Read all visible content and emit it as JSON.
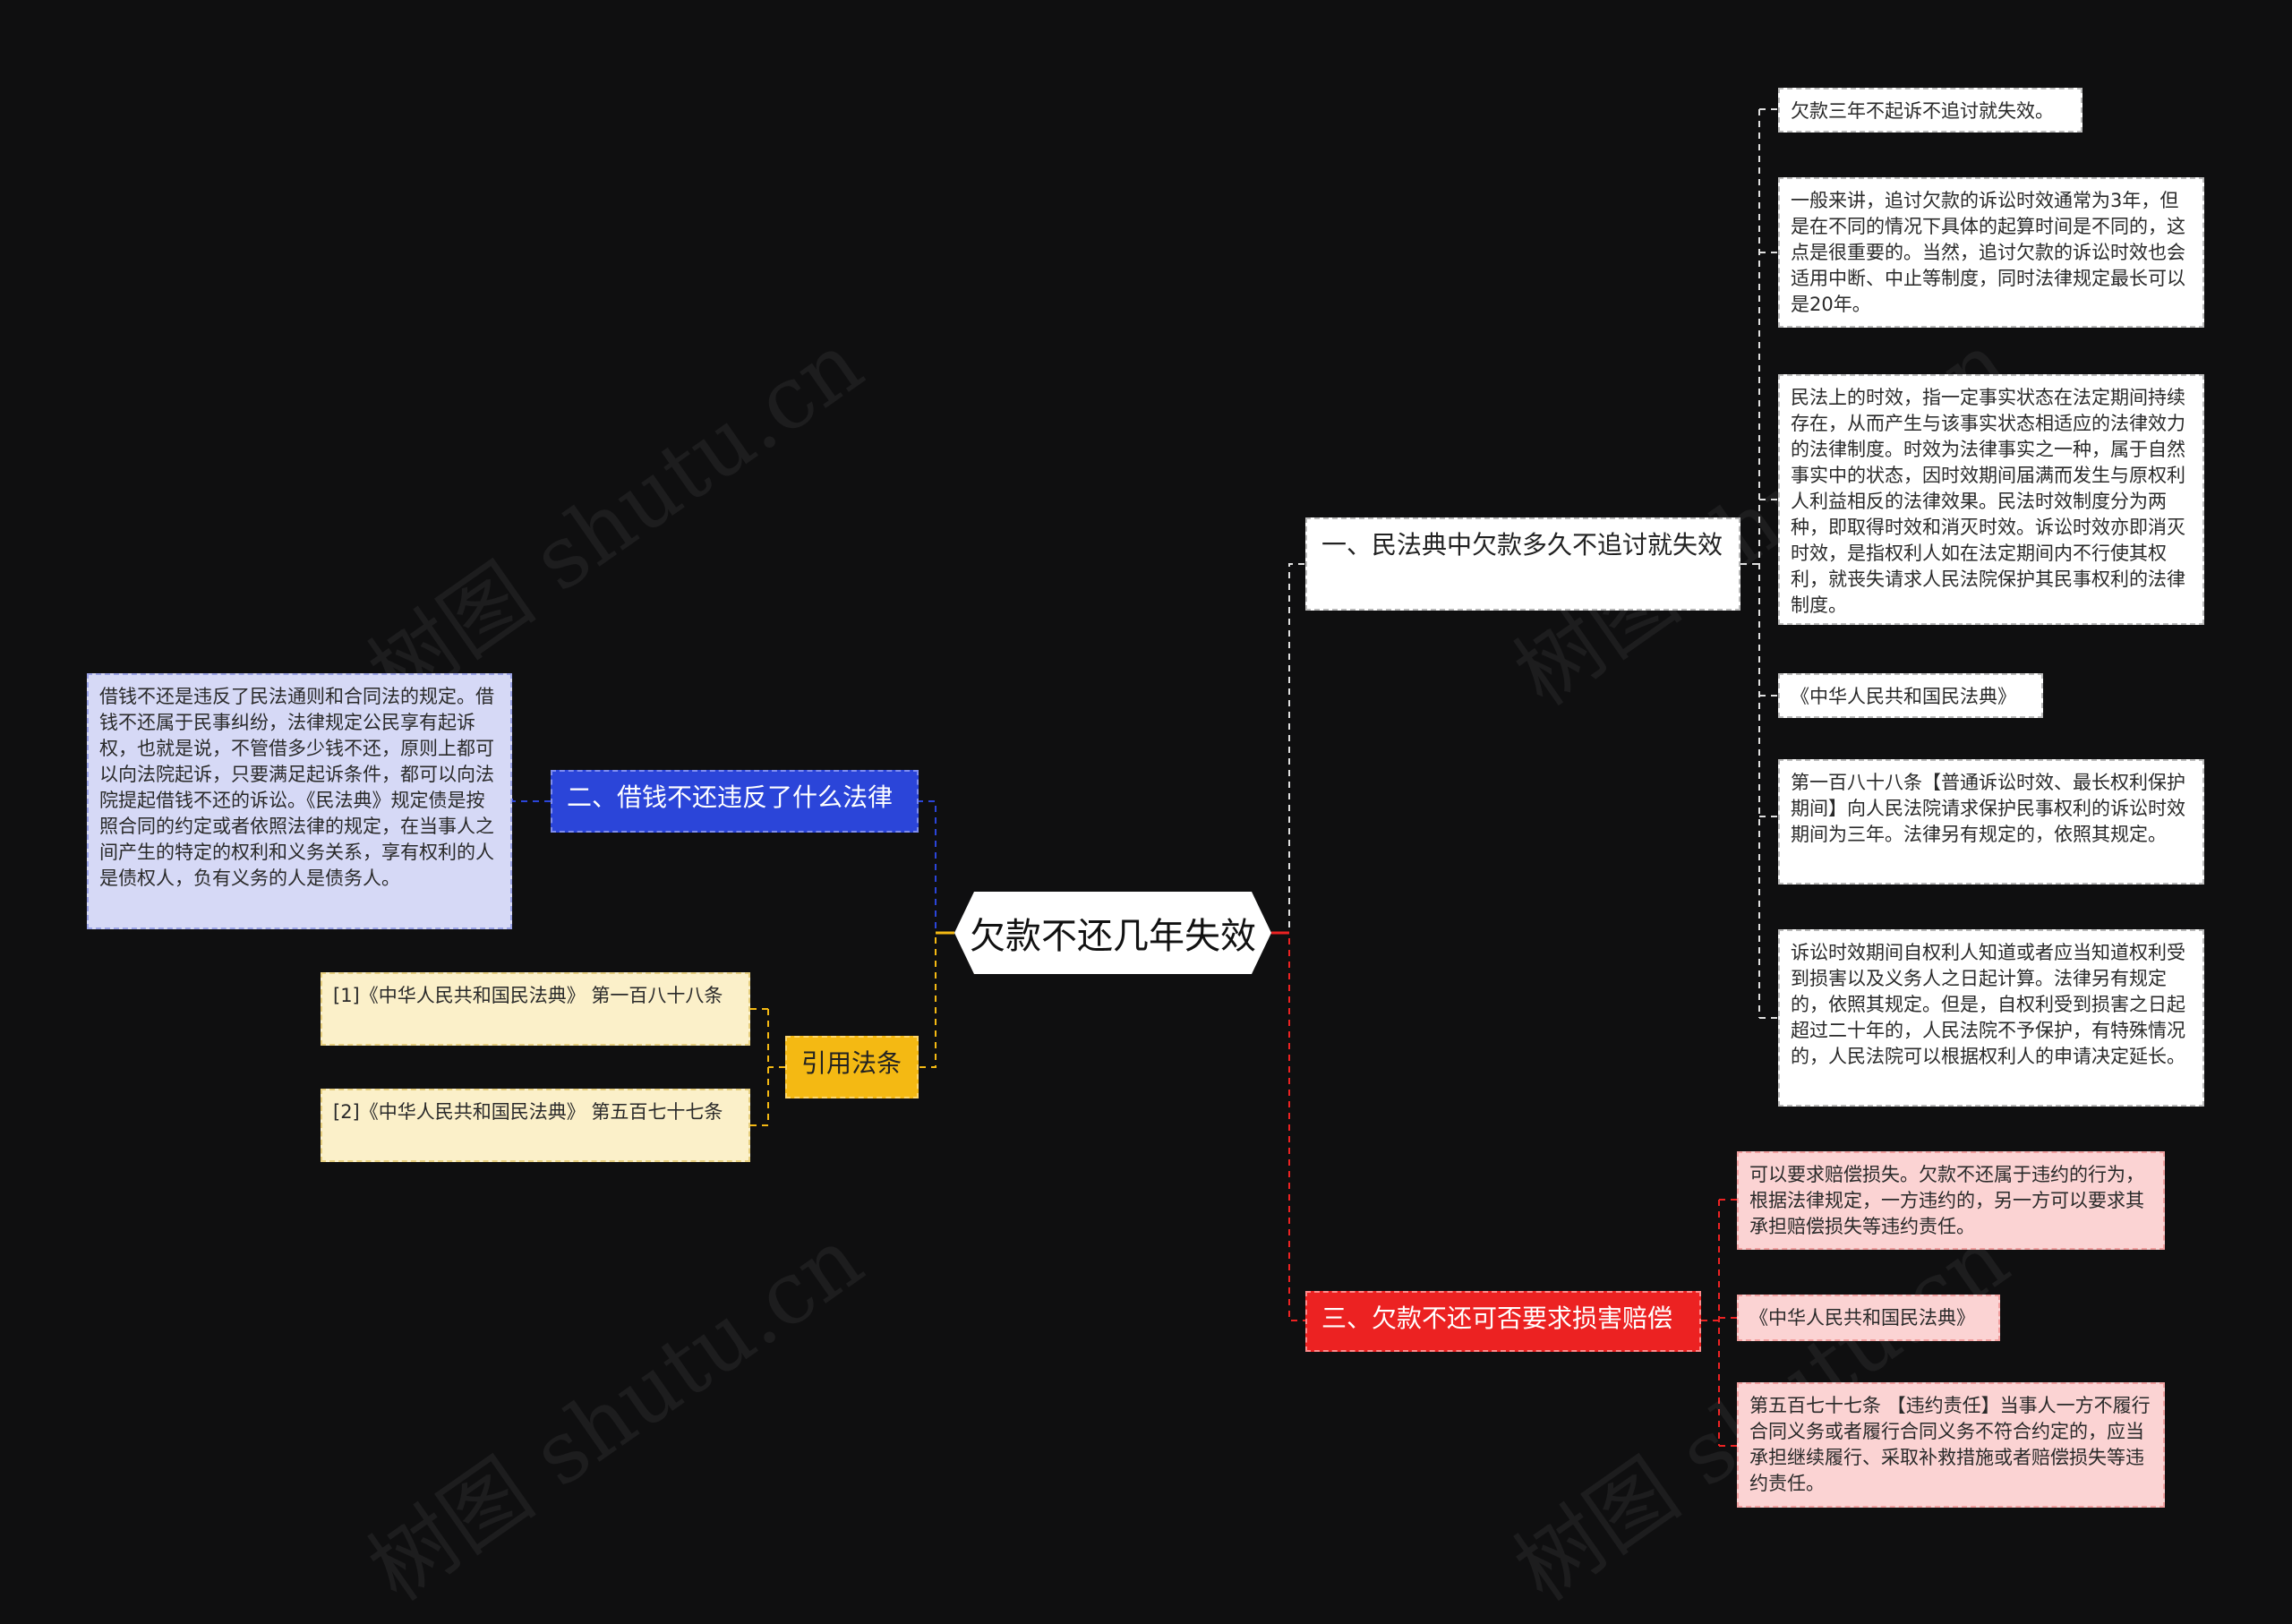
{
  "root": {
    "label": "欠款不还几年失效"
  },
  "branches": {
    "b1": {
      "label": "一、民法典中欠款多久不追讨就失效",
      "leaves": [
        "欠款三年不起诉不追讨就失效。",
        "一般来讲，追讨欠款的诉讼时效通常为3年，但是在不同的情况下具体的起算时间是不同的，这点是很重要的。当然，追讨欠款的诉讼时效也会适用中断、中止等制度，同时法律规定最长可以是20年。",
        "民法上的时效，指一定事实状态在法定期间持续存在，从而产生与该事实状态相适应的法律效力的法律制度。时效为法律事实之一种，属于自然事实中的状态，因时效期间届满而发生与原权利人利益相反的法律效果。民法时效制度分为两种，即取得时效和消灭时效。诉讼时效亦即消灭时效，是指权利人如在法定期间内不行使其权利，就丧失请求人民法院保护其民事权利的法律制度。",
        "《中华人民共和国民法典》",
        "第一百八十八条【普通诉讼时效、最长权利保护期间】向人民法院请求保护民事权利的诉讼时效期间为三年。法律另有规定的，依照其规定。",
        "诉讼时效期间自权利人知道或者应当知道权利受到损害以及义务人之日起计算。法律另有规定的，依照其规定。但是，自权利受到损害之日起超过二十年的，人民法院不予保护，有特殊情况的，人民法院可以根据权利人的申请决定延长。"
      ]
    },
    "b2": {
      "label": "二、借钱不还违反了什么法律",
      "leaves": [
        "借钱不还是违反了民法通则和合同法的规定。借钱不还属于民事纠纷，法律规定公民享有起诉权，也就是说，不管借多少钱不还，原则上都可以向法院起诉，只要满足起诉条件，都可以向法院提起借钱不还的诉讼。《民法典》规定债是按照合同的约定或者依照法律的规定，在当事人之间产生的特定的权利和义务关系，享有权利的人是债权人，负有义务的人是债务人。"
      ]
    },
    "b3": {
      "label": "三、欠款不还可否要求损害赔偿",
      "leaves": [
        "可以要求赔偿损失。欠款不还属于违约的行为，根据法律规定，一方违约的，另一方可以要求其承担赔偿损失等违约责任。",
        "《中华人民共和国民法典》",
        "第五百七十七条 【违约责任】当事人一方不履行合同义务或者履行合同义务不符合约定的，应当承担继续履行、采取补救措施或者赔偿损失等违约责任。"
      ]
    },
    "b4": {
      "label": "引用法条",
      "leaves": [
        "[1]《中华人民共和国民法典》 第一百八十八条",
        "[2]《中华人民共和国民法典》 第五百七十七条"
      ]
    }
  },
  "watermark": "树图 shutu.cn",
  "colors": {
    "background": "#0f0f10",
    "b1": "#bbbbbb",
    "b2": "#2b45d9",
    "b3": "#ec2222",
    "b4": "#f4b913",
    "root_link": "#ec2222"
  }
}
